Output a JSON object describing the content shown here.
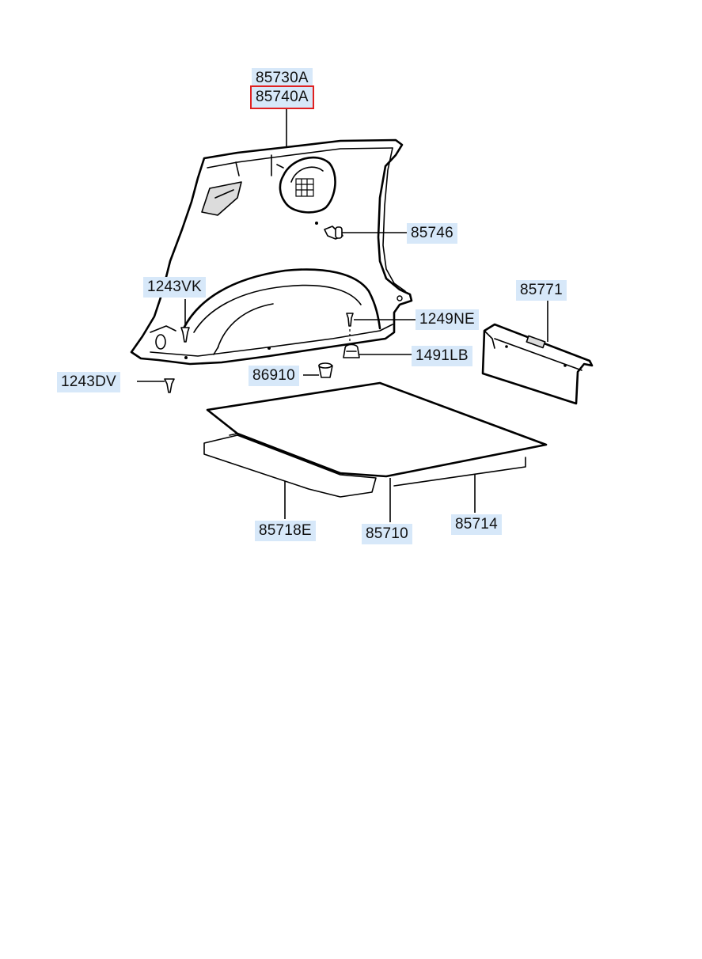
{
  "diagram": {
    "labels": [
      {
        "id": "85730A",
        "text": "85730A"
      },
      {
        "id": "85740A",
        "text": "85740A",
        "selected": true
      },
      {
        "id": "85746",
        "text": "85746"
      },
      {
        "id": "1243VK",
        "text": "1243VK"
      },
      {
        "id": "1249NE",
        "text": "1249NE"
      },
      {
        "id": "85771",
        "text": "85771"
      },
      {
        "id": "1491LB",
        "text": "1491LB"
      },
      {
        "id": "86910",
        "text": "86910"
      },
      {
        "id": "1243DV",
        "text": "1243DV"
      },
      {
        "id": "85718E",
        "text": "85718E"
      },
      {
        "id": "85710",
        "text": "85710"
      },
      {
        "id": "85714",
        "text": "85714"
      }
    ],
    "colors": {
      "label_bg": "#d7e8f9",
      "highlight": "#e02020",
      "line": "#000000"
    }
  }
}
